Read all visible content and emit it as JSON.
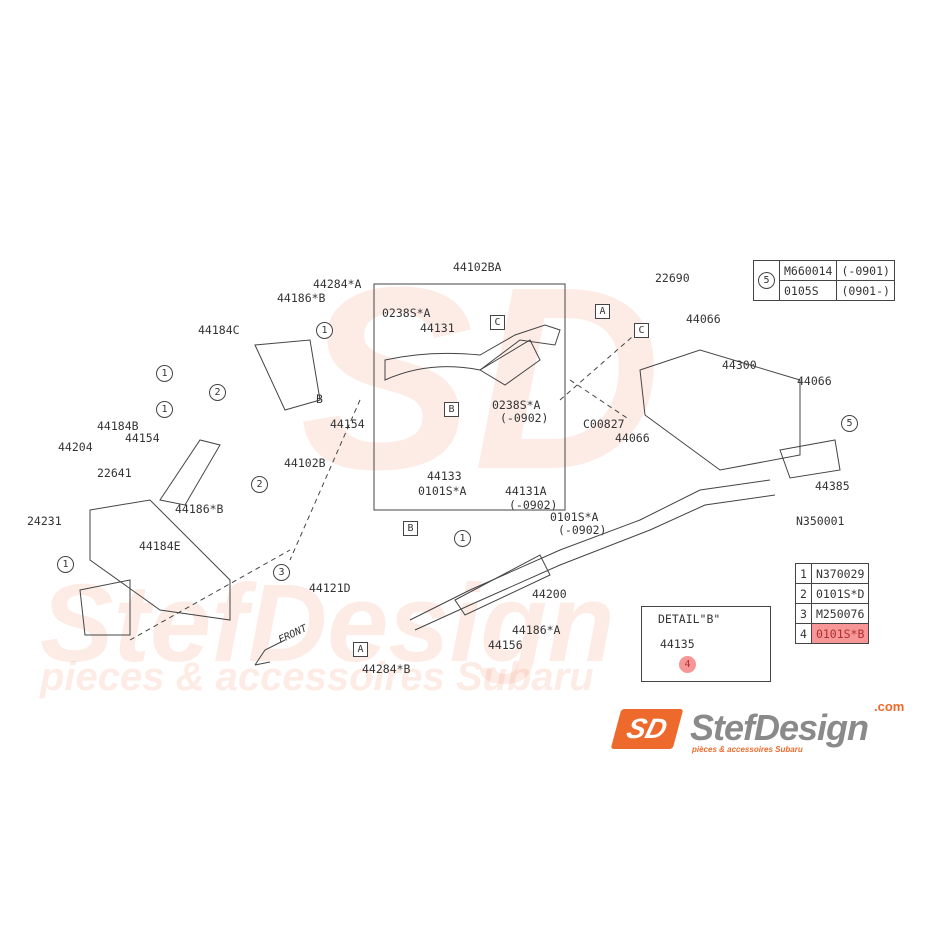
{
  "labels": [
    "44102BA",
    "22690",
    "44284*A",
    "44186*B",
    "0238S*A",
    "44131",
    "44184C",
    "44066",
    "44300",
    "44066",
    "44154",
    "0238S*A",
    "(-0902)",
    "C00827",
    "44066",
    "44184B",
    "44204",
    "44154",
    "44102B",
    "44133",
    "0101S*A",
    "44131A",
    "(-0902)",
    "44385",
    "22641",
    "24231",
    "44186*B",
    "0101S*A",
    "(-0902)",
    "N350001",
    "44184E",
    "44121D",
    "44200",
    "DETAIL\"B\"",
    "44135",
    "44186*A",
    "44156",
    "44284*B",
    "B"
  ],
  "front_label": "FRONT",
  "circled": [
    "1",
    "1",
    "1",
    "1",
    "1",
    "2",
    "2",
    "3",
    "5",
    "4"
  ],
  "boxed": [
    "A",
    "A",
    "C",
    "C",
    "B",
    "B"
  ],
  "legend_top": {
    "num": "5",
    "rows": [
      {
        "part": "M660014",
        "range": "(-0901)"
      },
      {
        "part": "0105S",
        "range": "(0901-)"
      }
    ]
  },
  "legend_bottom": [
    {
      "num": "1",
      "part": "N370029"
    },
    {
      "num": "2",
      "part": "0101S*D"
    },
    {
      "num": "3",
      "part": "M250076"
    },
    {
      "num": "4",
      "part": "0101S*B"
    }
  ],
  "highlight_color": "#f79696",
  "watermark": {
    "brand": "StefDesign",
    ".com": ".com",
    "tagline": "pieces & accessoires Subaru"
  },
  "logo": {
    "brand": "StefDesign",
    "dotcom": ".com",
    "tagline": "pièces & accessoires Subaru",
    "mark": "SD"
  }
}
